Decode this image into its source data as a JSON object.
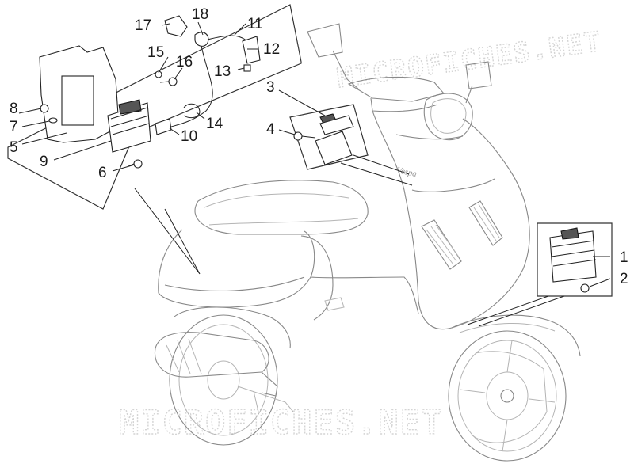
{
  "watermarks": [
    "MICROFICHES.NET",
    "MICROFICHES.NET"
  ],
  "vespa_script": "Vespa",
  "parts": [
    {
      "id": "p1",
      "num": "1"
    },
    {
      "id": "p2",
      "num": "2"
    },
    {
      "id": "p3",
      "num": "3"
    },
    {
      "id": "p4",
      "num": "4"
    },
    {
      "id": "p5",
      "num": "5"
    },
    {
      "id": "p6",
      "num": "6"
    },
    {
      "id": "p7",
      "num": "7"
    },
    {
      "id": "p8",
      "num": "8"
    },
    {
      "id": "p9",
      "num": "9"
    },
    {
      "id": "p10",
      "num": "10"
    },
    {
      "id": "p11",
      "num": "11"
    },
    {
      "id": "p12",
      "num": "12"
    },
    {
      "id": "p13",
      "num": "13"
    },
    {
      "id": "p14",
      "num": "14"
    },
    {
      "id": "p15",
      "num": "15"
    },
    {
      "id": "p16",
      "num": "16"
    },
    {
      "id": "p17",
      "num": "17"
    },
    {
      "id": "p18",
      "num": "18"
    }
  ]
}
